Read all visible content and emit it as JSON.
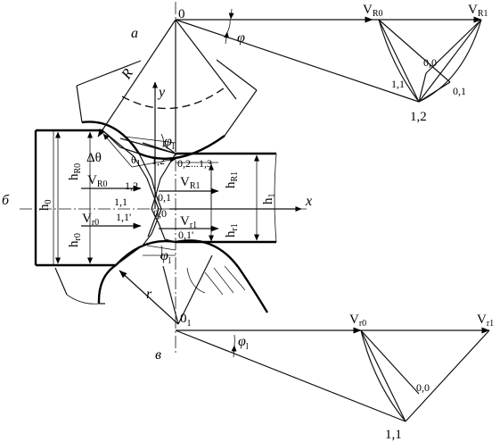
{
  "labels": {
    "o": "0",
    "a": "а",
    "b": "б",
    "v": "в",
    "o1": "0",
    "o1_sub": "1",
    "R": "R",
    "r": "r",
    "y": "y",
    "x": "x",
    "phi_top": "φ",
    "phi_lim_top": "φ",
    "phi_lim_top_sub": "l",
    "phi_lim_bottom": "φ",
    "phi_lim_bottom_sub": "l",
    "phi_bottom": "φ",
    "phi_bottom_sub": "l",
    "delta_theta": "Δθ",
    "theta1": "θ",
    "theta1_sub": "1",
    "h0": "h",
    "h0_sub": "0",
    "hR0": "h",
    "hR0_sub": "R0",
    "hr0": "h",
    "hr0_sub": "r0",
    "h1": "h",
    "h1_sub": "1",
    "hR1": "h",
    "hR1_sub": "R1",
    "hr1": "h",
    "hr1_sub": "r1",
    "VR0_strip": "V",
    "VR0_strip_sub": "R0",
    "VR1_strip": "V",
    "VR1_strip_sub": "R1",
    "Vr0_strip": "V",
    "Vr0_strip_sub": "r0",
    "Vr1_strip": "V",
    "Vr1_strip_sub": "r1",
    "VR0_top": "V",
    "VR0_top_sub": "R0",
    "VR1_top": "V",
    "VR1_top_sub": "R1",
    "Vr0_bot": "V",
    "Vr0_bot_sub": "r0",
    "Vr1_bot": "V",
    "Vr1_bot_sub": "r1",
    "pt_12": "1,2",
    "pt_11": "1,1",
    "pt_00": "0,0",
    "pt_01": "0,1",
    "pt_02_13": "0,2...1,3",
    "zone_12p": "1,2'",
    "zone_12": "1,2",
    "zone_11": "1,1",
    "zone_01": "0,1",
    "zone_11p": "1,1'",
    "zone_00": "0,0",
    "zone_01p": "0,1'",
    "bpt_00": "0,0",
    "bpt_11": "1,1"
  }
}
